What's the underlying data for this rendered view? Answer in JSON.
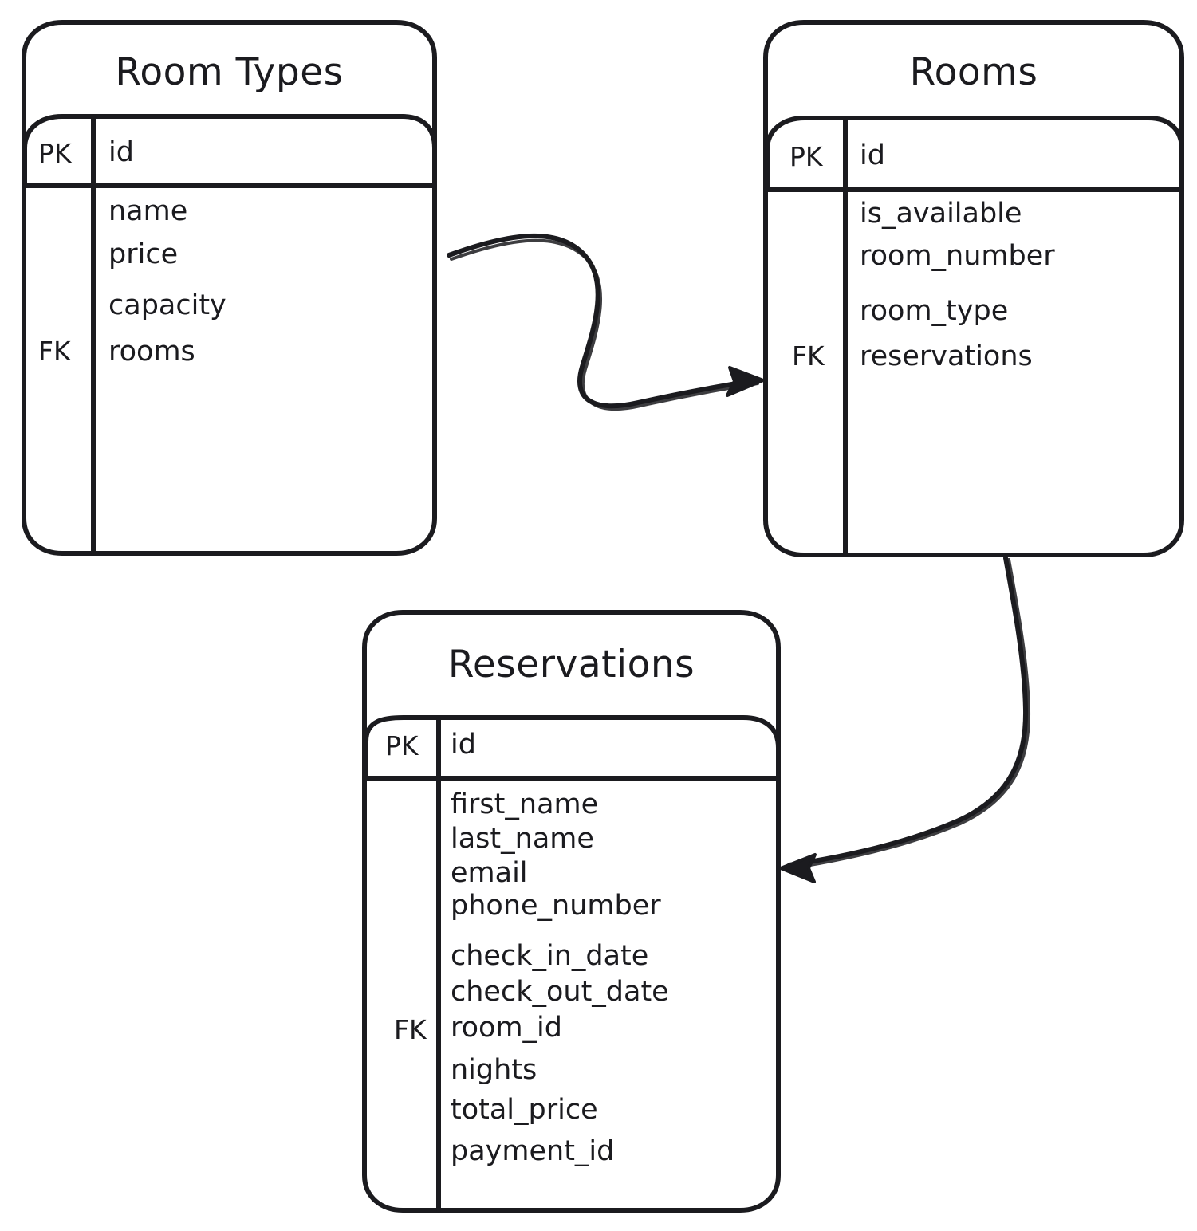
{
  "diagram": {
    "type": "entity-relationship-diagram",
    "style": "hand-drawn",
    "stroke_color": "#1b1b1f",
    "background_color": "#ffffff"
  },
  "entities": [
    {
      "id": "room_types",
      "title": "Room Types",
      "primary_key": {
        "key_label": "PK",
        "field": "id"
      },
      "foreign_key_label": "FK",
      "fields": [
        {
          "name": "name",
          "key": ""
        },
        {
          "name": "price",
          "key": ""
        },
        {
          "name": "capacity",
          "key": ""
        },
        {
          "name": "rooms",
          "key": "FK"
        }
      ]
    },
    {
      "id": "rooms",
      "title": "Rooms",
      "primary_key": {
        "key_label": "PK",
        "field": "id"
      },
      "foreign_key_label": "FK",
      "fields": [
        {
          "name": "is_available",
          "key": ""
        },
        {
          "name": "room_number",
          "key": ""
        },
        {
          "name": "room_type",
          "key": ""
        },
        {
          "name": "reservations",
          "key": "FK"
        }
      ]
    },
    {
      "id": "reservations",
      "title": "Reservations",
      "primary_key": {
        "key_label": "PK",
        "field": "id"
      },
      "foreign_key_label": "FK",
      "fields": [
        {
          "name": "first_name",
          "key": ""
        },
        {
          "name": "last_name",
          "key": ""
        },
        {
          "name": "email",
          "key": ""
        },
        {
          "name": "phone_number",
          "key": ""
        },
        {
          "name": "check_in_date",
          "key": ""
        },
        {
          "name": "check_out_date",
          "key": ""
        },
        {
          "name": "room_id",
          "key": "FK"
        },
        {
          "name": "nights",
          "key": ""
        },
        {
          "name": "total_price",
          "key": ""
        },
        {
          "name": "payment_id",
          "key": ""
        }
      ]
    }
  ],
  "relationships": [
    {
      "id": "room-types-to-rooms",
      "from": "room_types",
      "to": "rooms",
      "arrow": "single-head"
    },
    {
      "id": "rooms-to-reservations",
      "from": "rooms",
      "to": "reservations",
      "arrow": "single-head"
    }
  ]
}
